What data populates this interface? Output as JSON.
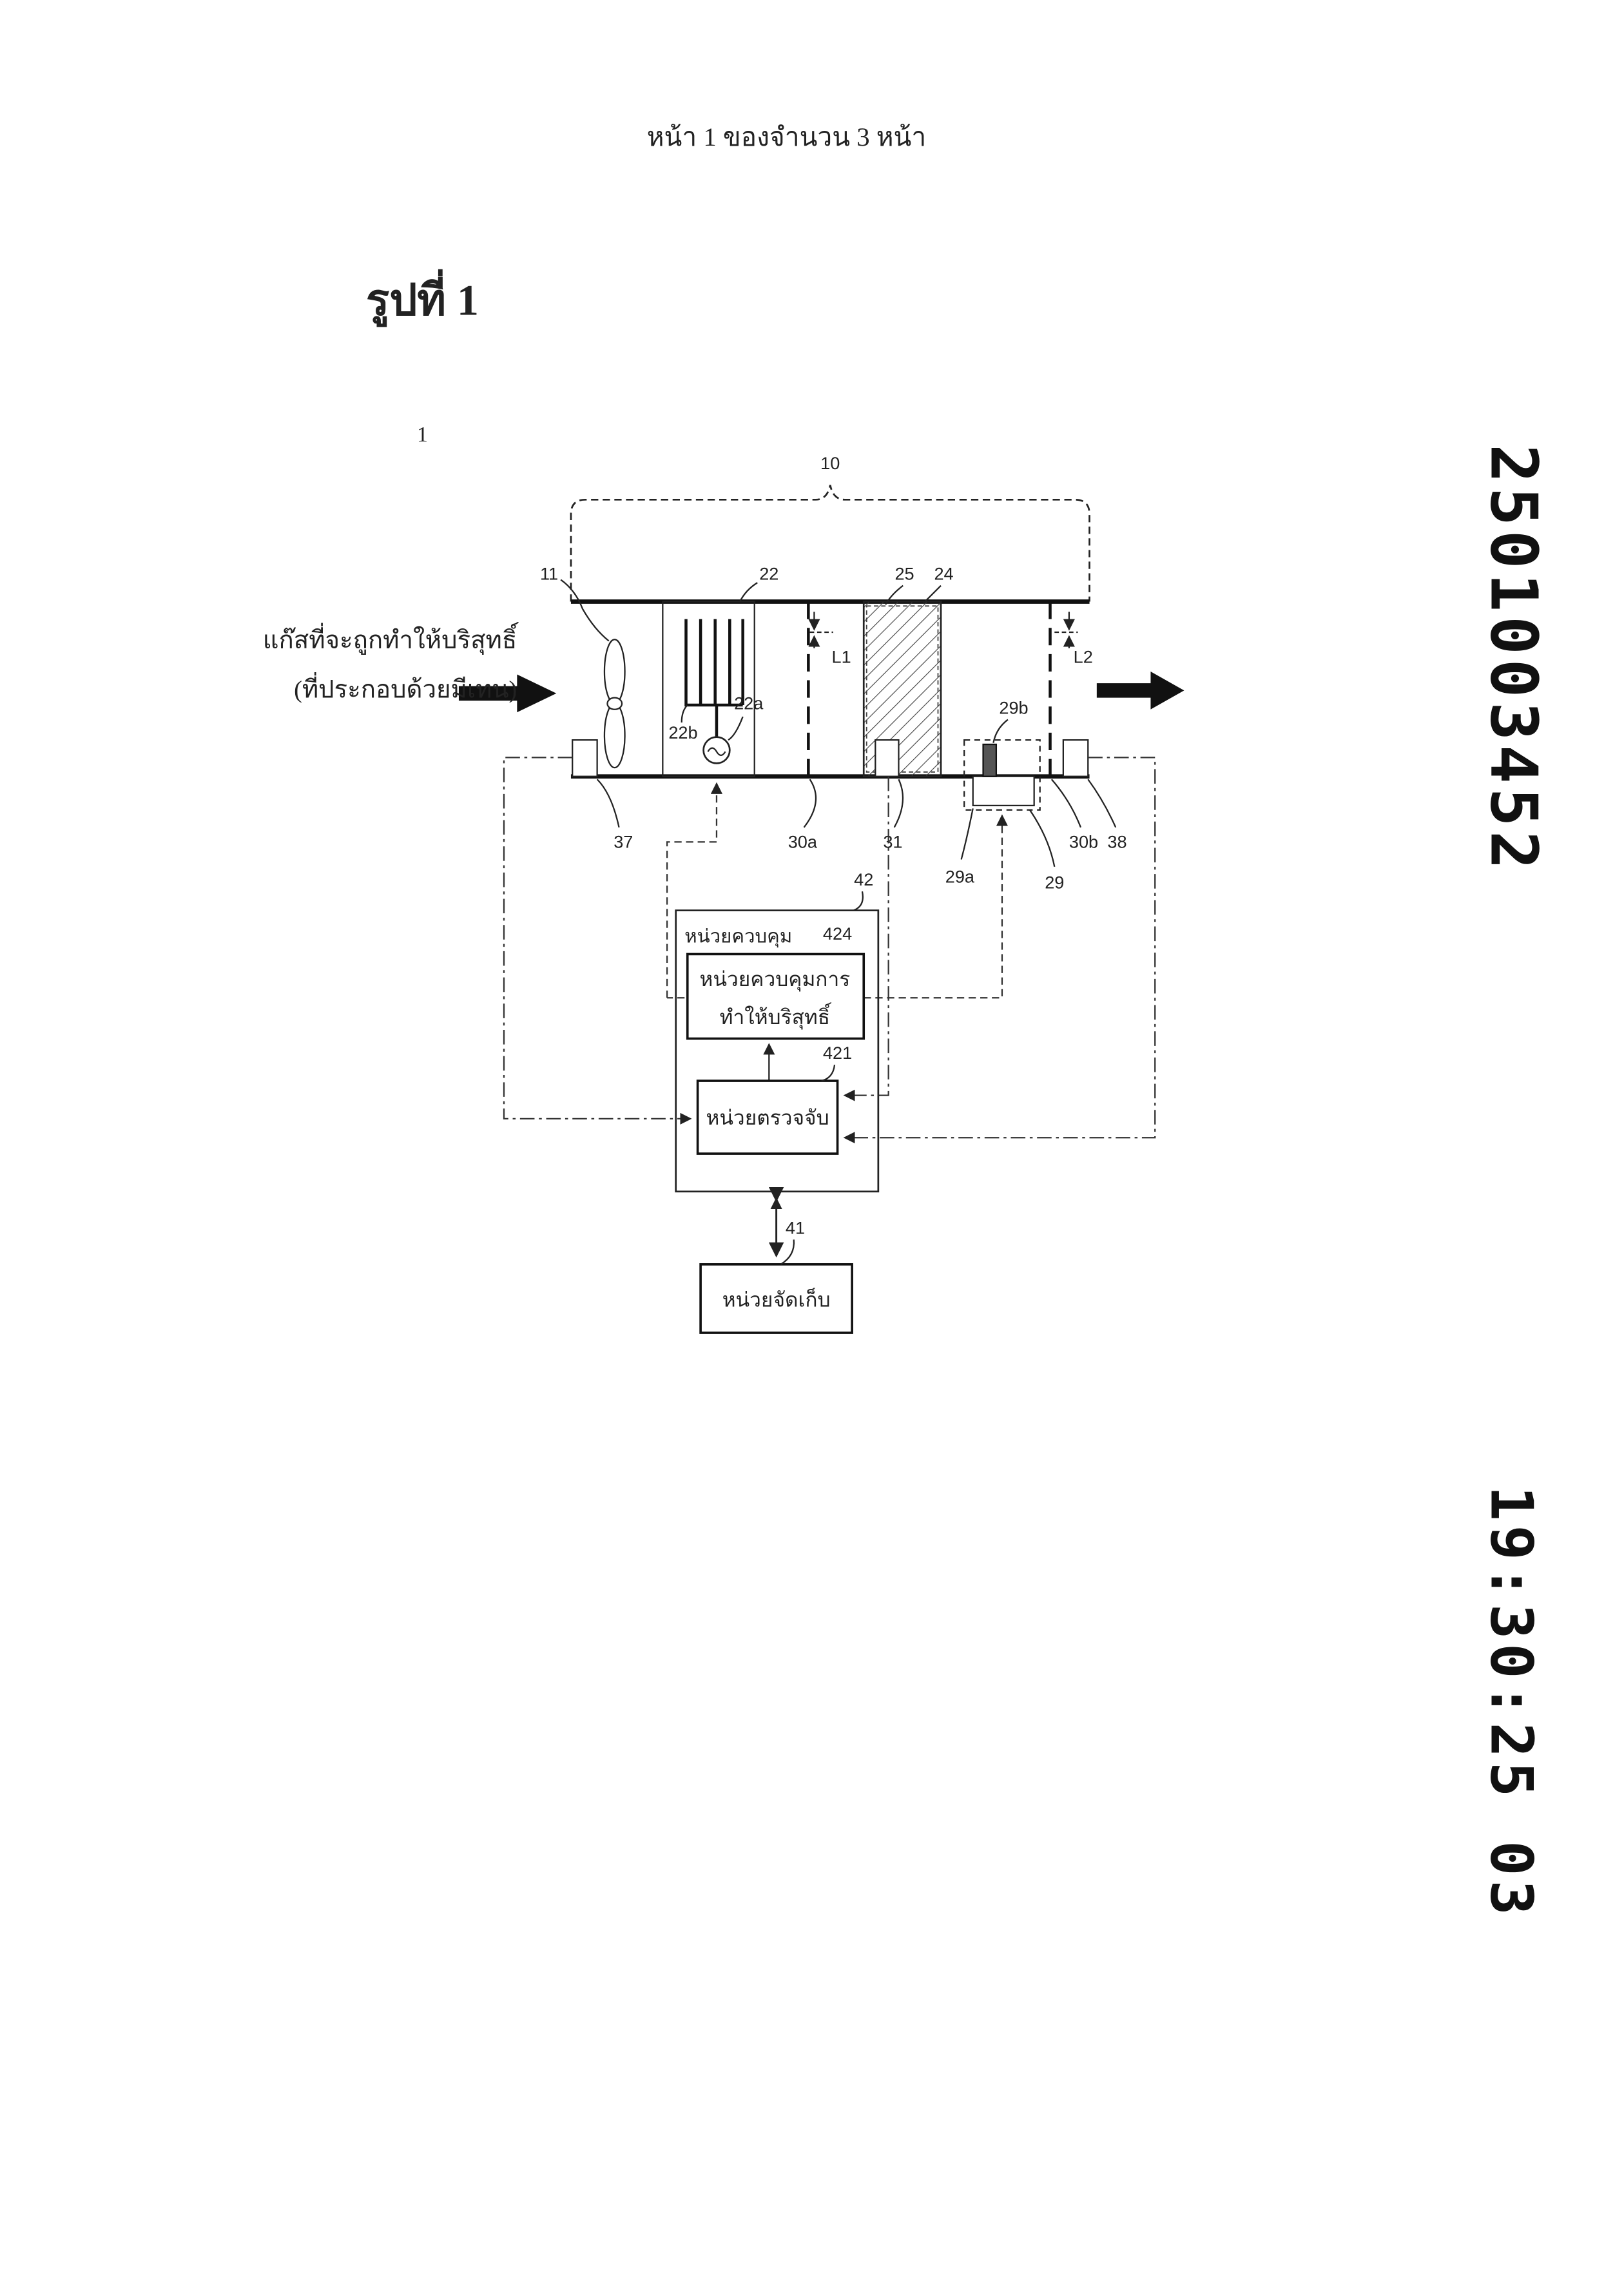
{
  "header": {
    "page_indicator": "หน้า 1 ของจำนวน 3 หน้า"
  },
  "figure": {
    "title": "รูปที่ 1",
    "system_ref": "1",
    "labels": {
      "unit": "10",
      "fan": "11",
      "heater": "22",
      "heater_element": "22a",
      "heater_fins": "22b",
      "filter_frame": "25",
      "filter": "24",
      "plate_a": "30a",
      "plate_b": "30b",
      "sensor_mid": "31",
      "sensor_in": "37",
      "sensor_out": "38",
      "device": "29",
      "device_a": "29a",
      "device_b": "29b",
      "gap_1": "L1",
      "gap_2": "L2",
      "controller_ref": "42",
      "purify_ctrl_ref": "424",
      "detect_ref": "421",
      "storage_ref": "41"
    },
    "inlet_gas_line1": "แก๊สที่จะถูกทำให้บริสุทธิ์",
    "inlet_gas_line2": "(ที่ประกอบด้วยมีเทน)",
    "controller_label": "หน่วยควบคุม",
    "purify_ctrl_line1": "หน่วยควบคุมการ",
    "purify_ctrl_line2": "ทำให้บริสุทธิ์",
    "detect_label": "หน่วยตรวจจับ",
    "storage_label": "หน่วยจัดเก็บ"
  },
  "stamps": {
    "top": "2501003452",
    "bottom": "19:30:25 03"
  }
}
